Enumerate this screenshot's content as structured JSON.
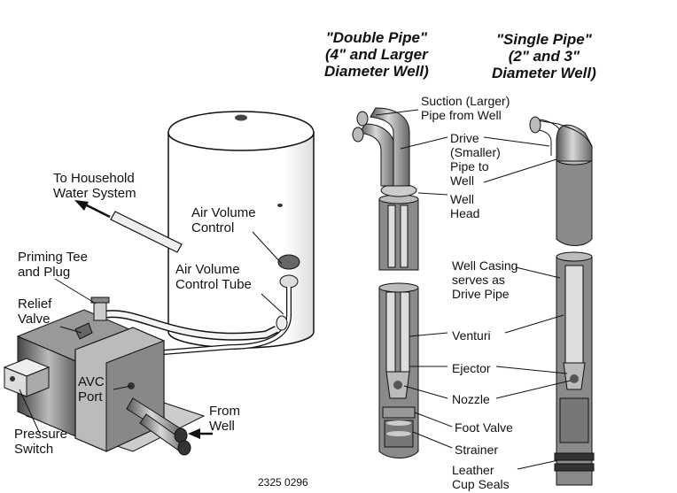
{
  "headers": {
    "double_pipe": "\"Double Pipe\"\n(4\" and Larger\nDiameter Well)",
    "single_pipe": "\"Single Pipe\"\n(2\" and 3\"\nDiameter Well)"
  },
  "pump_labels": {
    "household": "To Household\nWater System",
    "air_volume_control": "Air Volume\nControl",
    "priming_tee": "Priming Tee\nand Plug",
    "air_volume_tube": "Air Volume\nControl Tube",
    "relief_valve": "Relief\nValve",
    "avc_port": "AVC\nPort",
    "from_well": "From\nWell",
    "pressure_switch": "Pressure\nSwitch"
  },
  "well_labels": {
    "suction": "Suction (Larger)\nPipe from Well",
    "drive": "Drive\n(Smaller)\nPipe to\nWell",
    "well_head": "Well\nHead",
    "well_casing": "Well Casing\nserves as\nDrive Pipe",
    "venturi": "Venturi",
    "ejector": "Ejector",
    "nozzle": "Nozzle",
    "foot_valve": "Foot Valve",
    "strainer": "Strainer",
    "leather_cup_seals": "Leather\nCup Seals"
  },
  "figure_code": "2325 0296",
  "colors": {
    "ink": "#111111",
    "shade": "#9a9a9a",
    "dark": "#4a4a4a",
    "light": "#e6e6e6"
  }
}
